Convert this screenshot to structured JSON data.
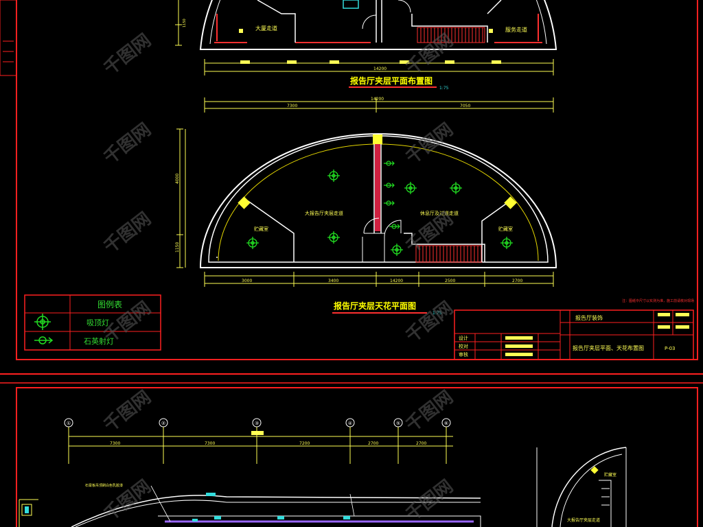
{
  "colors": {
    "background": "#000000",
    "frame": "#ff2020",
    "wall": "#ffffff",
    "dim": "#ffff55",
    "inner": "#e6d800",
    "light": "#22dd22",
    "title": "#ffff00",
    "underline": "#ff3030",
    "cyan": "#33dddd",
    "stair": "#ff3030",
    "watermark": "#5a5a5a"
  },
  "top_plan": {
    "title": "报告厅夹层平面布置图",
    "scale": "1:75",
    "overall_dim": "14200",
    "rooms": [
      "大厦走道",
      "服务走道"
    ]
  },
  "ceiling_plan": {
    "title": "报告厅夹层天花平面图",
    "scale": "1:75",
    "top_dims": [
      "7300",
      "14200",
      "7050"
    ],
    "bottom_dims": [
      "3000",
      "3400",
      "14200",
      "2500",
      "2700"
    ],
    "left_dims": [
      "4000",
      "1150"
    ],
    "rooms": [
      "贮藏室",
      "大报告厅夹层走道",
      "休息厅及过道走道",
      "贮藏室"
    ]
  },
  "legend": {
    "header": "图例表",
    "items": [
      {
        "symbol": "ceiling-light-icon",
        "label": "吸顶灯"
      },
      {
        "symbol": "spot-light-icon",
        "label": "石英射灯"
      }
    ]
  },
  "title_block": {
    "note": "注：图纸中尺寸以实测为准，施工前请核对现场",
    "project": "报告厅装饰",
    "drawing_name": "报告厅夹层平面、天花布置图",
    "drawing_no": "P-03",
    "roles": [
      "设计",
      "校对",
      "审核"
    ]
  },
  "elevation": {
    "axis_labels": [
      "①",
      "②",
      "③",
      "④",
      "⑤",
      "⑥"
    ],
    "dims": [
      "7300",
      "7300",
      "7200",
      "2700",
      "2700"
    ],
    "label": "大报告厅夹层走道",
    "note": "石膏板吊顶刷白色乳胶漆"
  },
  "watermark": "千图网"
}
